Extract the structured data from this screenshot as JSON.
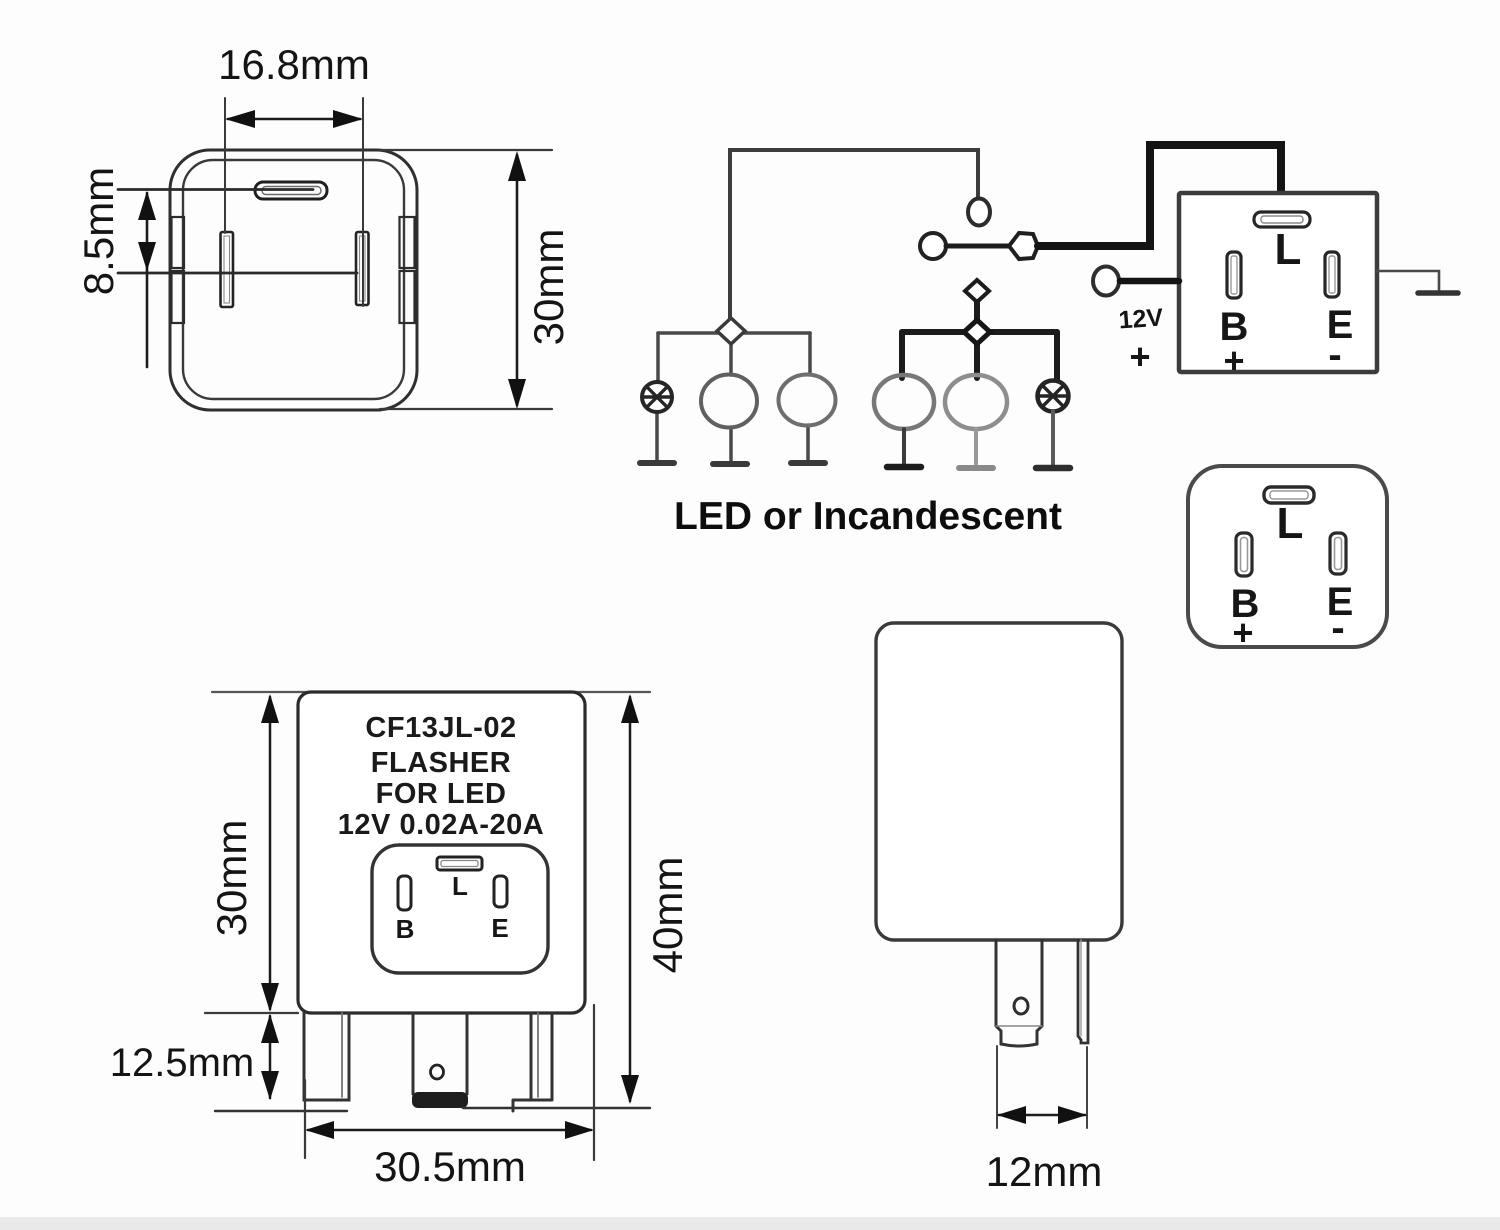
{
  "bottom_view": {
    "dim_pin_spacing": "16.8mm",
    "dim_pin_offset": "8.5mm",
    "dim_height": "30mm"
  },
  "schematic": {
    "caption": "LED or Incandescent",
    "supply_label": "12V",
    "supply_sign": "+"
  },
  "relay_box": {
    "pin_l": "L",
    "pin_b": "B",
    "pin_b_sign": "+",
    "pin_e": "E",
    "pin_e_sign": "-"
  },
  "pinout": {
    "pin_l": "L",
    "pin_b": "B",
    "pin_b_sign": "+",
    "pin_e": "E",
    "pin_e_sign": "-"
  },
  "front_view": {
    "line1": "CF13JL-02",
    "line2": "FLASHER",
    "line3": "FOR LED",
    "line4": "12V 0.02A-20A",
    "pin_l": "L",
    "pin_b": "B",
    "pin_e": "E",
    "dim_height": "30mm",
    "dim_pin_length": "12.5mm",
    "dim_width": "30.5mm",
    "dim_total_height": "40mm"
  },
  "side_view": {
    "dim_pin_span": "12mm"
  },
  "colors": {
    "line_dark": "#161616",
    "line_mid": "#3d3d3d",
    "lamp_gray": "#787878",
    "background": "#fdfdfd",
    "footer_strip": "#e9e9e9"
  }
}
